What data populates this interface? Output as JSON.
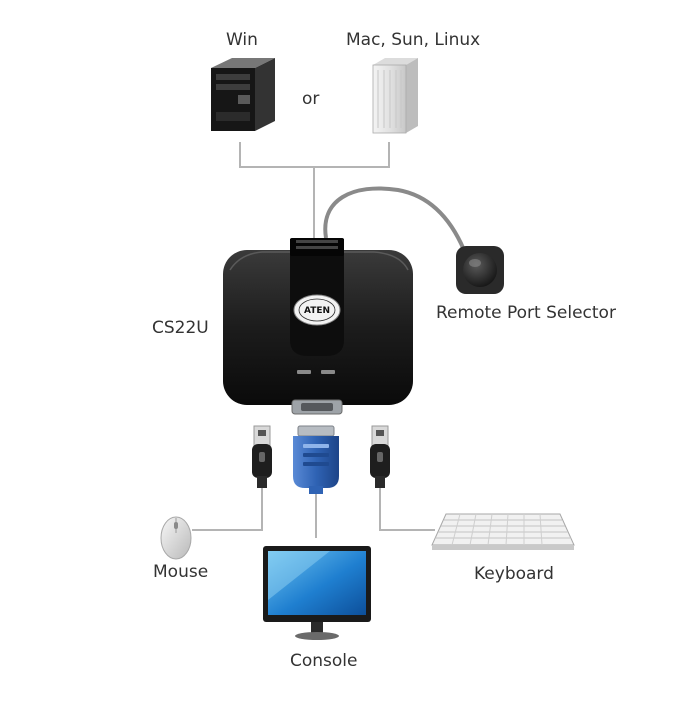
{
  "labels": {
    "win": "Win",
    "mac": "Mac, Sun, Linux",
    "or": "or",
    "device": "CS22U",
    "remote": "Remote Port Selector",
    "mouse": "Mouse",
    "keyboard": "Keyboard",
    "console": "Console"
  },
  "logo": "ATEN",
  "colors": {
    "line": "#b4b4b4",
    "device_body": "#1e1e1e",
    "vga_blue": "#2f63b4",
    "screen_blue": "#1f7fd0"
  }
}
